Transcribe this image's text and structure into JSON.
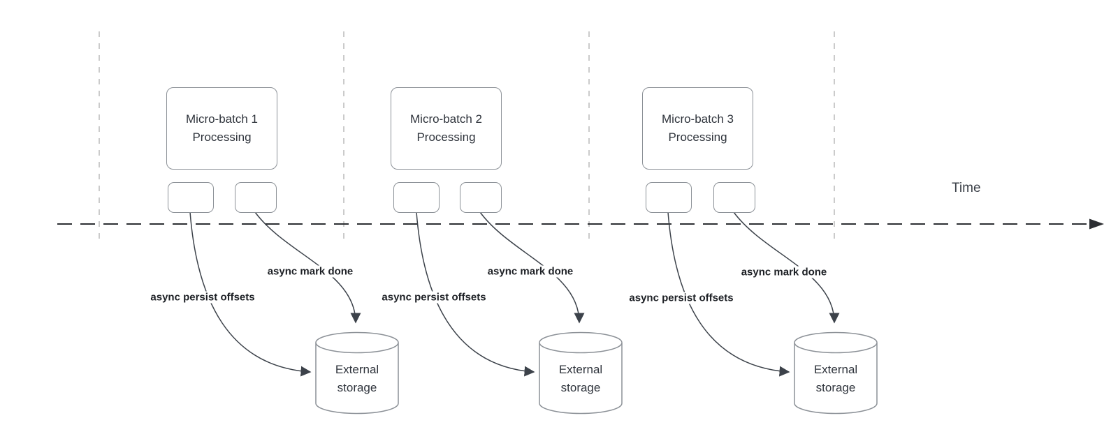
{
  "diagram": {
    "time_label": "Time",
    "batches": [
      {
        "title": "Micro-batch 1",
        "subtitle": "Processing",
        "persist_label": "async persist offsets",
        "done_label": "async mark done",
        "storage": {
          "line1": "External",
          "line2": "storage"
        }
      },
      {
        "title": "Micro-batch 2",
        "subtitle": "Processing",
        "persist_label": "async persist offsets",
        "done_label": "async mark done",
        "storage": {
          "line1": "External",
          "line2": "storage"
        }
      },
      {
        "title": "Micro-batch 3",
        "subtitle": "Processing",
        "persist_label": "async persist offsets",
        "done_label": "async mark done",
        "storage": {
          "line1": "External",
          "line2": "storage"
        }
      }
    ],
    "colors": {
      "box_border": "#8c9197",
      "guide_line": "#b5b5b5",
      "time_axis": "#2d2f33",
      "edge_curve": "#3c424a",
      "box_text": "#2f343c",
      "edge_label_text": "#1d2025"
    }
  }
}
